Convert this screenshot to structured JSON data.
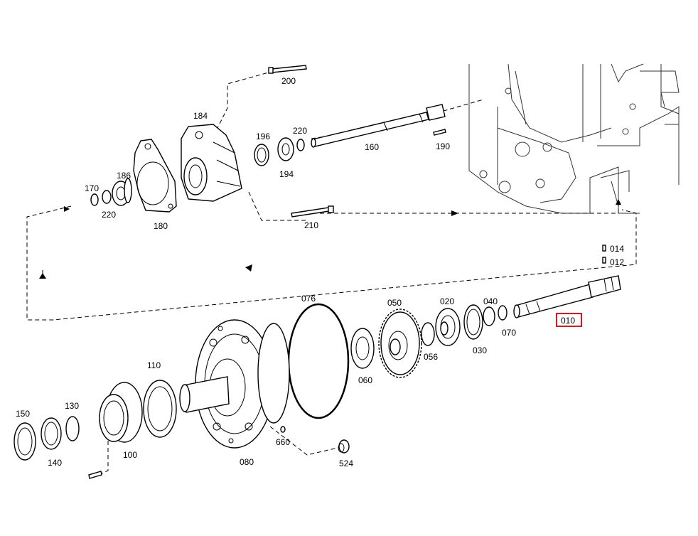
{
  "labels": {
    "p200": "200",
    "p184": "184",
    "p196": "196",
    "p220a": "220",
    "p160": "160",
    "p190": "190",
    "p194": "194",
    "p186": "186",
    "p170": "170",
    "p220b": "220",
    "p180": "180",
    "p210": "210",
    "p014": "014",
    "p012": "012",
    "p076": "076",
    "p050": "050",
    "p020": "020",
    "p040": "040",
    "p010": "010",
    "p070": "070",
    "p030": "030",
    "p056": "056",
    "p060": "060",
    "p110": "110",
    "p130": "130",
    "p150": "150",
    "p140": "140",
    "p100": "100",
    "p080": "080",
    "p660": "660",
    "p524": "524"
  },
  "highlight": {
    "part": "010",
    "color": "#e0141e"
  }
}
